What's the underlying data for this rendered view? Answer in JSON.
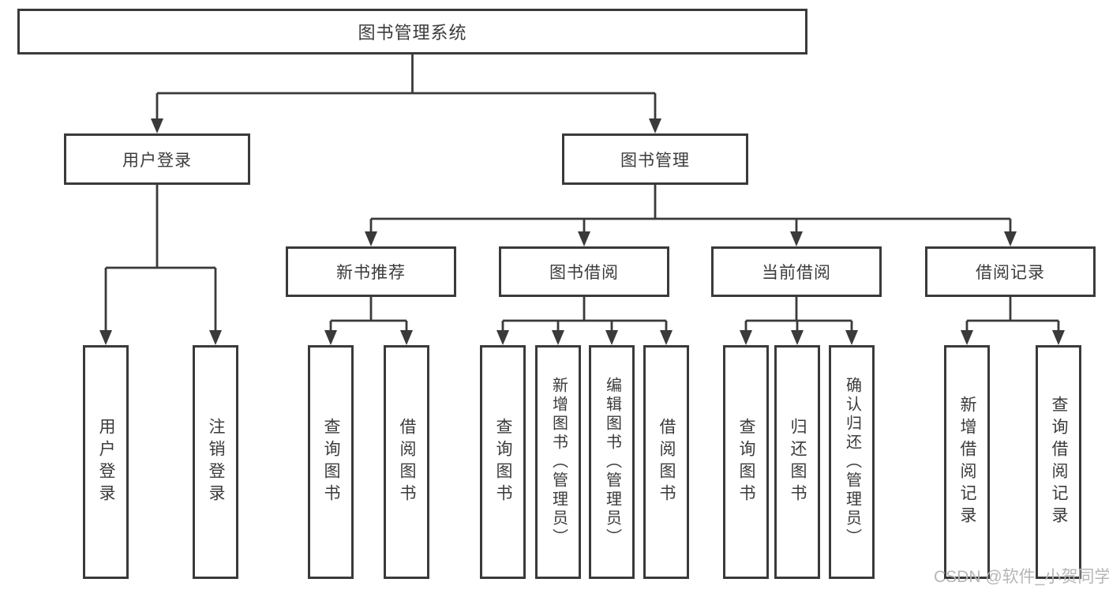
{
  "root": {
    "label": "图书管理系统"
  },
  "branches": {
    "user": {
      "label": "用户登录",
      "children": [
        "用户登录",
        "注销登录"
      ]
    },
    "mgmt": {
      "label": "图书管理",
      "groups": [
        {
          "label": "新书推荐",
          "children": [
            "查询图书",
            "借阅图书"
          ]
        },
        {
          "label": "图书借阅",
          "children": [
            "查询图书",
            "新增图书（管理员）",
            "编辑图书（管理员）",
            "借阅图书"
          ]
        },
        {
          "label": "当前借阅",
          "children": [
            "查询图书",
            "归还图书",
            "确认归还（管理员）"
          ]
        },
        {
          "label": "借阅记录",
          "children": [
            "新增借阅记录",
            "查询借阅记录"
          ]
        }
      ]
    }
  },
  "watermark": "CSDN @软件_小贺同学",
  "colors": {
    "line": "#3a3a3a",
    "text": "#3b3b3b",
    "background": "#ffffff",
    "watermark": "#b6b6b6"
  }
}
